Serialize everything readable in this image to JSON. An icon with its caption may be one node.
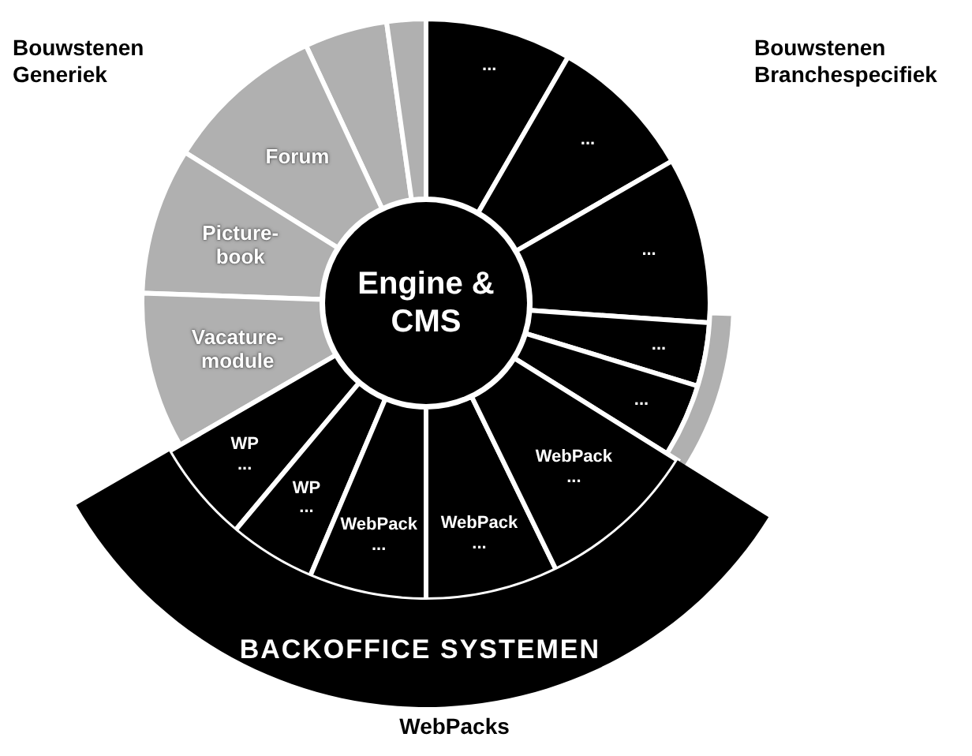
{
  "diagram": {
    "nodes": [
      {
        "text": [
          "Engine & CMS"
        ]
      },
      {
        "text": [],
        "shape": "wedge"
      },
      {
        "text": [],
        "shape": "wedge"
      },
      {
        "text": [
          "Forum"
        ]
      },
      {
        "text": [
          "Picture- book"
        ]
      },
      {
        "text": [
          "Vacature- module"
        ]
      },
      {
        "text": [
          "..."
        ]
      },
      {
        "text": [
          "..."
        ]
      },
      {
        "text": [
          "..."
        ]
      },
      {
        "text": [
          "..."
        ]
      },
      {
        "text": [
          "..."
        ]
      },
      {
        "text": [],
        "shape": "wedge"
      },
      {
        "text": [
          "WP",
          "..."
        ]
      },
      {
        "text": [
          "WP",
          "..."
        ]
      },
      {
        "text": [
          "WebPack",
          "..."
        ]
      },
      {
        "text": [
          "WebPack",
          "..."
        ]
      },
      {
        "text": [
          "WebPack",
          "..."
        ]
      },
      {
        "text": [
          "BACKOFFICE SYSTEMEN"
        ]
      }
    ],
    "labels": [
      "Bouwstenen Generiek",
      "Bouwstenen Branchespecifiek",
      "WebPacks"
    ]
  }
}
